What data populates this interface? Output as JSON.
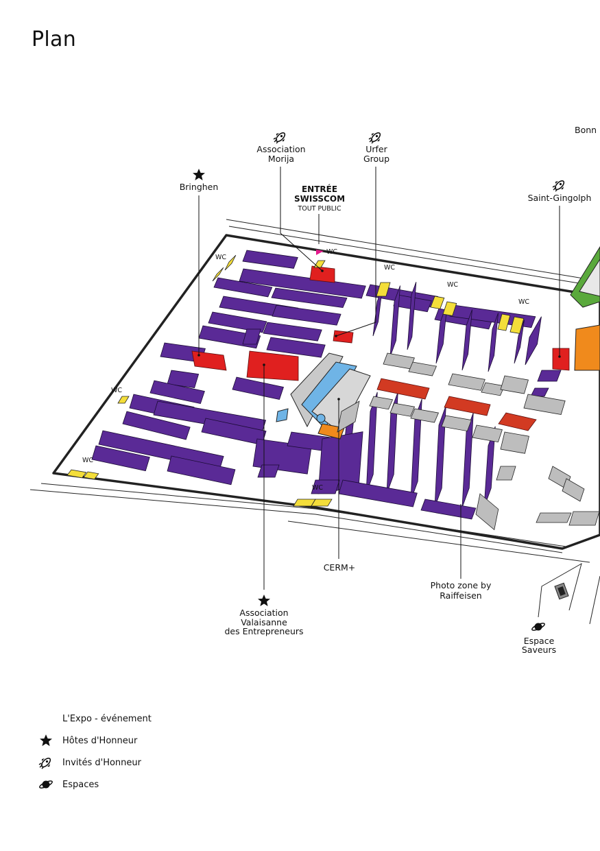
{
  "title": "Plan",
  "colors": {
    "stand": "#5a2a96",
    "honor": "#e0201f",
    "wc": "#f4de3a",
    "grey": "#bdbdbd",
    "orange": "#f08a1c",
    "blue": "#6fb4e6",
    "pink": "#e4198c",
    "green": "#5aa93c",
    "rust": "#d23a22"
  },
  "entrance": {
    "line1": "ENTRÉE",
    "line2": "SWISSCOM",
    "line3": "TOUT PUBLIC"
  },
  "labels": {
    "bringhen": "Bringhen",
    "morija_1": "Association",
    "morija_2": "Morija",
    "urfer_1": "Urfer",
    "urfer_2": "Group",
    "saint_gingolph": "Saint-Gingolph",
    "bonn": "Bonn",
    "cerm": "CERM+",
    "photo_1": "Photo zone by",
    "photo_2": "Raiffeisen",
    "ave_1": "Association",
    "ave_2": "Valaisanne",
    "ave_3": "des Entrepreneurs",
    "saveurs_1": "Espace",
    "saveurs_2": "Saveurs",
    "wc": "WC"
  },
  "legend": [
    {
      "icon": "moon-icon",
      "label": "L'Expo - événement"
    },
    {
      "icon": "star-icon",
      "label": "Hôtes d'Honneur"
    },
    {
      "icon": "rocket-icon",
      "label": "Invités d'Honneur"
    },
    {
      "icon": "planet-icon",
      "label": "Espaces"
    }
  ]
}
